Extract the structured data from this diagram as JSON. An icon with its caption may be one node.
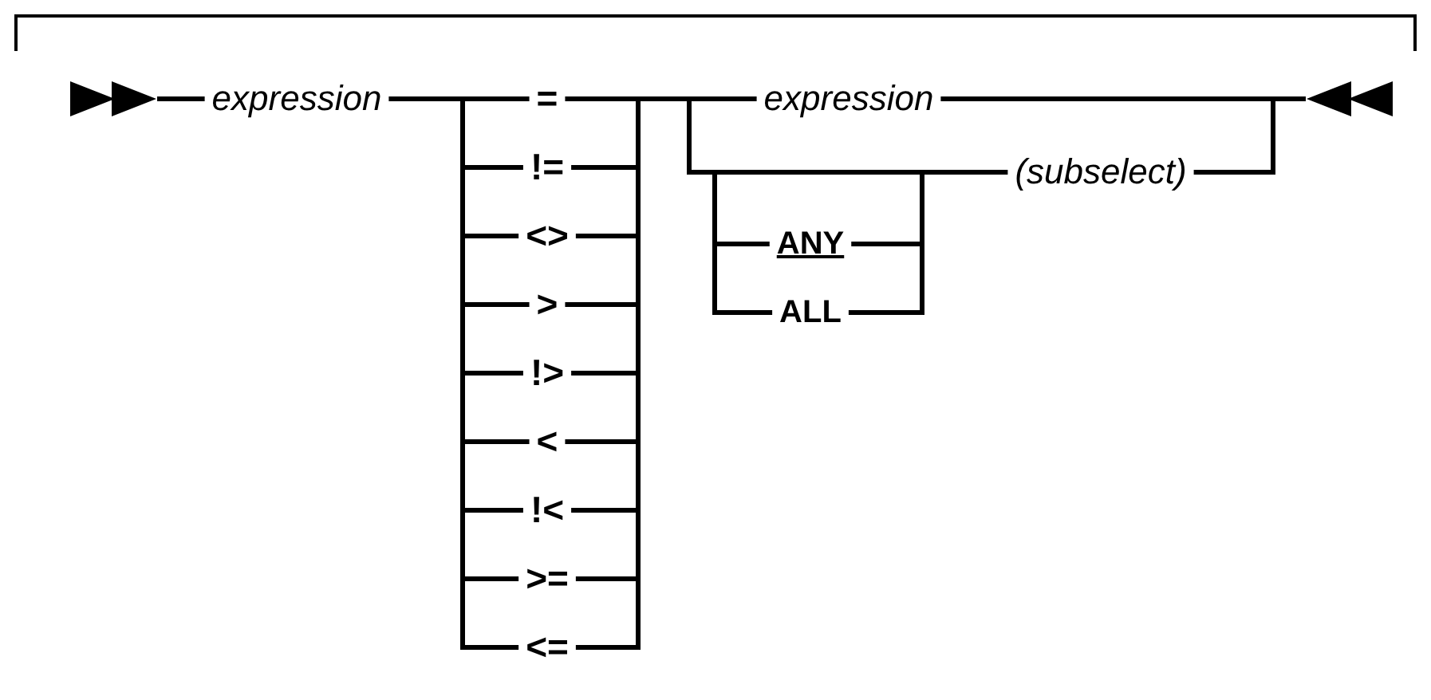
{
  "diagram": {
    "nodes": [
      {
        "text": [],
        "shape": "triangle"
      },
      {
        "text": [
          "expression"
        ]
      },
      {
        "text": [
          "="
        ]
      },
      {
        "text": [
          "!="
        ]
      },
      {
        "text": [
          "<>"
        ]
      },
      {
        "text": [
          ">"
        ]
      },
      {
        "text": [
          "!>"
        ]
      },
      {
        "text": [
          "<"
        ]
      },
      {
        "text": [
          "!<"
        ]
      },
      {
        "text": [
          ">="
        ]
      },
      {
        "text": [
          "<="
        ]
      },
      {
        "text": [
          "expression"
        ]
      },
      {
        "text": [
          "(subselect)"
        ]
      },
      {
        "text": [
          "ANY"
        ]
      },
      {
        "text": [
          "ALL"
        ]
      },
      {
        "text": [],
        "shape": "triangle"
      }
    ],
    "edges": [
      {
        "from": 0,
        "to": 1,
        "arrow": "none"
      },
      {
        "from": 1,
        "to": 2,
        "arrow": "none"
      },
      {
        "from": 1,
        "to": 3,
        "arrow": "none"
      },
      {
        "from": 1,
        "to": 4,
        "arrow": "none"
      },
      {
        "from": 1,
        "to": 5,
        "arrow": "none"
      },
      {
        "from": 1,
        "to": 6,
        "arrow": "none"
      },
      {
        "from": 1,
        "to": 7,
        "arrow": "none"
      },
      {
        "from": 1,
        "to": 8,
        "arrow": "none"
      },
      {
        "from": 1,
        "to": 9,
        "arrow": "none"
      },
      {
        "from": 1,
        "to": 10,
        "arrow": "none"
      },
      {
        "from": 2,
        "to": 11,
        "arrow": "none"
      },
      {
        "from": 2,
        "to": 12,
        "arrow": "none"
      },
      {
        "from": 2,
        "to": 13,
        "arrow": "none"
      },
      {
        "from": 2,
        "to": 14,
        "arrow": "none"
      },
      {
        "from": 3,
        "to": 11,
        "arrow": "none"
      },
      {
        "from": 3,
        "to": 12,
        "arrow": "none"
      },
      {
        "from": 3,
        "to": 13,
        "arrow": "none"
      },
      {
        "from": 3,
        "to": 14,
        "arrow": "none"
      },
      {
        "from": 4,
        "to": 11,
        "arrow": "none"
      },
      {
        "from": 4,
        "to": 12,
        "arrow": "none"
      },
      {
        "from": 4,
        "to": 13,
        "arrow": "none"
      },
      {
        "from": 4,
        "to": 14,
        "arrow": "none"
      },
      {
        "from": 5,
        "to": 11,
        "arrow": "none"
      },
      {
        "from": 5,
        "to": 12,
        "arrow": "none"
      },
      {
        "from": 5,
        "to": 13,
        "arrow": "none"
      },
      {
        "from": 5,
        "to": 14,
        "arrow": "none"
      },
      {
        "from": 6,
        "to": 11,
        "arrow": "none"
      },
      {
        "from": 6,
        "to": 12,
        "arrow": "none"
      },
      {
        "from": 6,
        "to": 13,
        "arrow": "none"
      },
      {
        "from": 6,
        "to": 14,
        "arrow": "none"
      },
      {
        "from": 7,
        "to": 11,
        "arrow": "none"
      },
      {
        "from": 7,
        "to": 12,
        "arrow": "none"
      },
      {
        "from": 7,
        "to": 13,
        "arrow": "none"
      },
      {
        "from": 7,
        "to": 14,
        "arrow": "none"
      },
      {
        "from": 8,
        "to": 11,
        "arrow": "none"
      },
      {
        "from": 8,
        "to": 12,
        "arrow": "none"
      },
      {
        "from": 8,
        "to": 13,
        "arrow": "none"
      },
      {
        "from": 8,
        "to": 14,
        "arrow": "none"
      },
      {
        "from": 9,
        "to": 11,
        "arrow": "none"
      },
      {
        "from": 9,
        "to": 12,
        "arrow": "none"
      },
      {
        "from": 9,
        "to": 13,
        "arrow": "none"
      },
      {
        "from": 9,
        "to": 14,
        "arrow": "none"
      },
      {
        "from": 10,
        "to": 11,
        "arrow": "none"
      },
      {
        "from": 10,
        "to": 12,
        "arrow": "none"
      },
      {
        "from": 10,
        "to": 13,
        "arrow": "none"
      },
      {
        "from": 10,
        "to": 14,
        "arrow": "none"
      },
      {
        "from": 13,
        "to": 12,
        "arrow": "none"
      },
      {
        "from": 14,
        "to": 12,
        "arrow": "none"
      },
      {
        "from": 11,
        "to": 15,
        "arrow": "none"
      },
      {
        "from": 12,
        "to": 15,
        "arrow": "none"
      }
    ]
  }
}
